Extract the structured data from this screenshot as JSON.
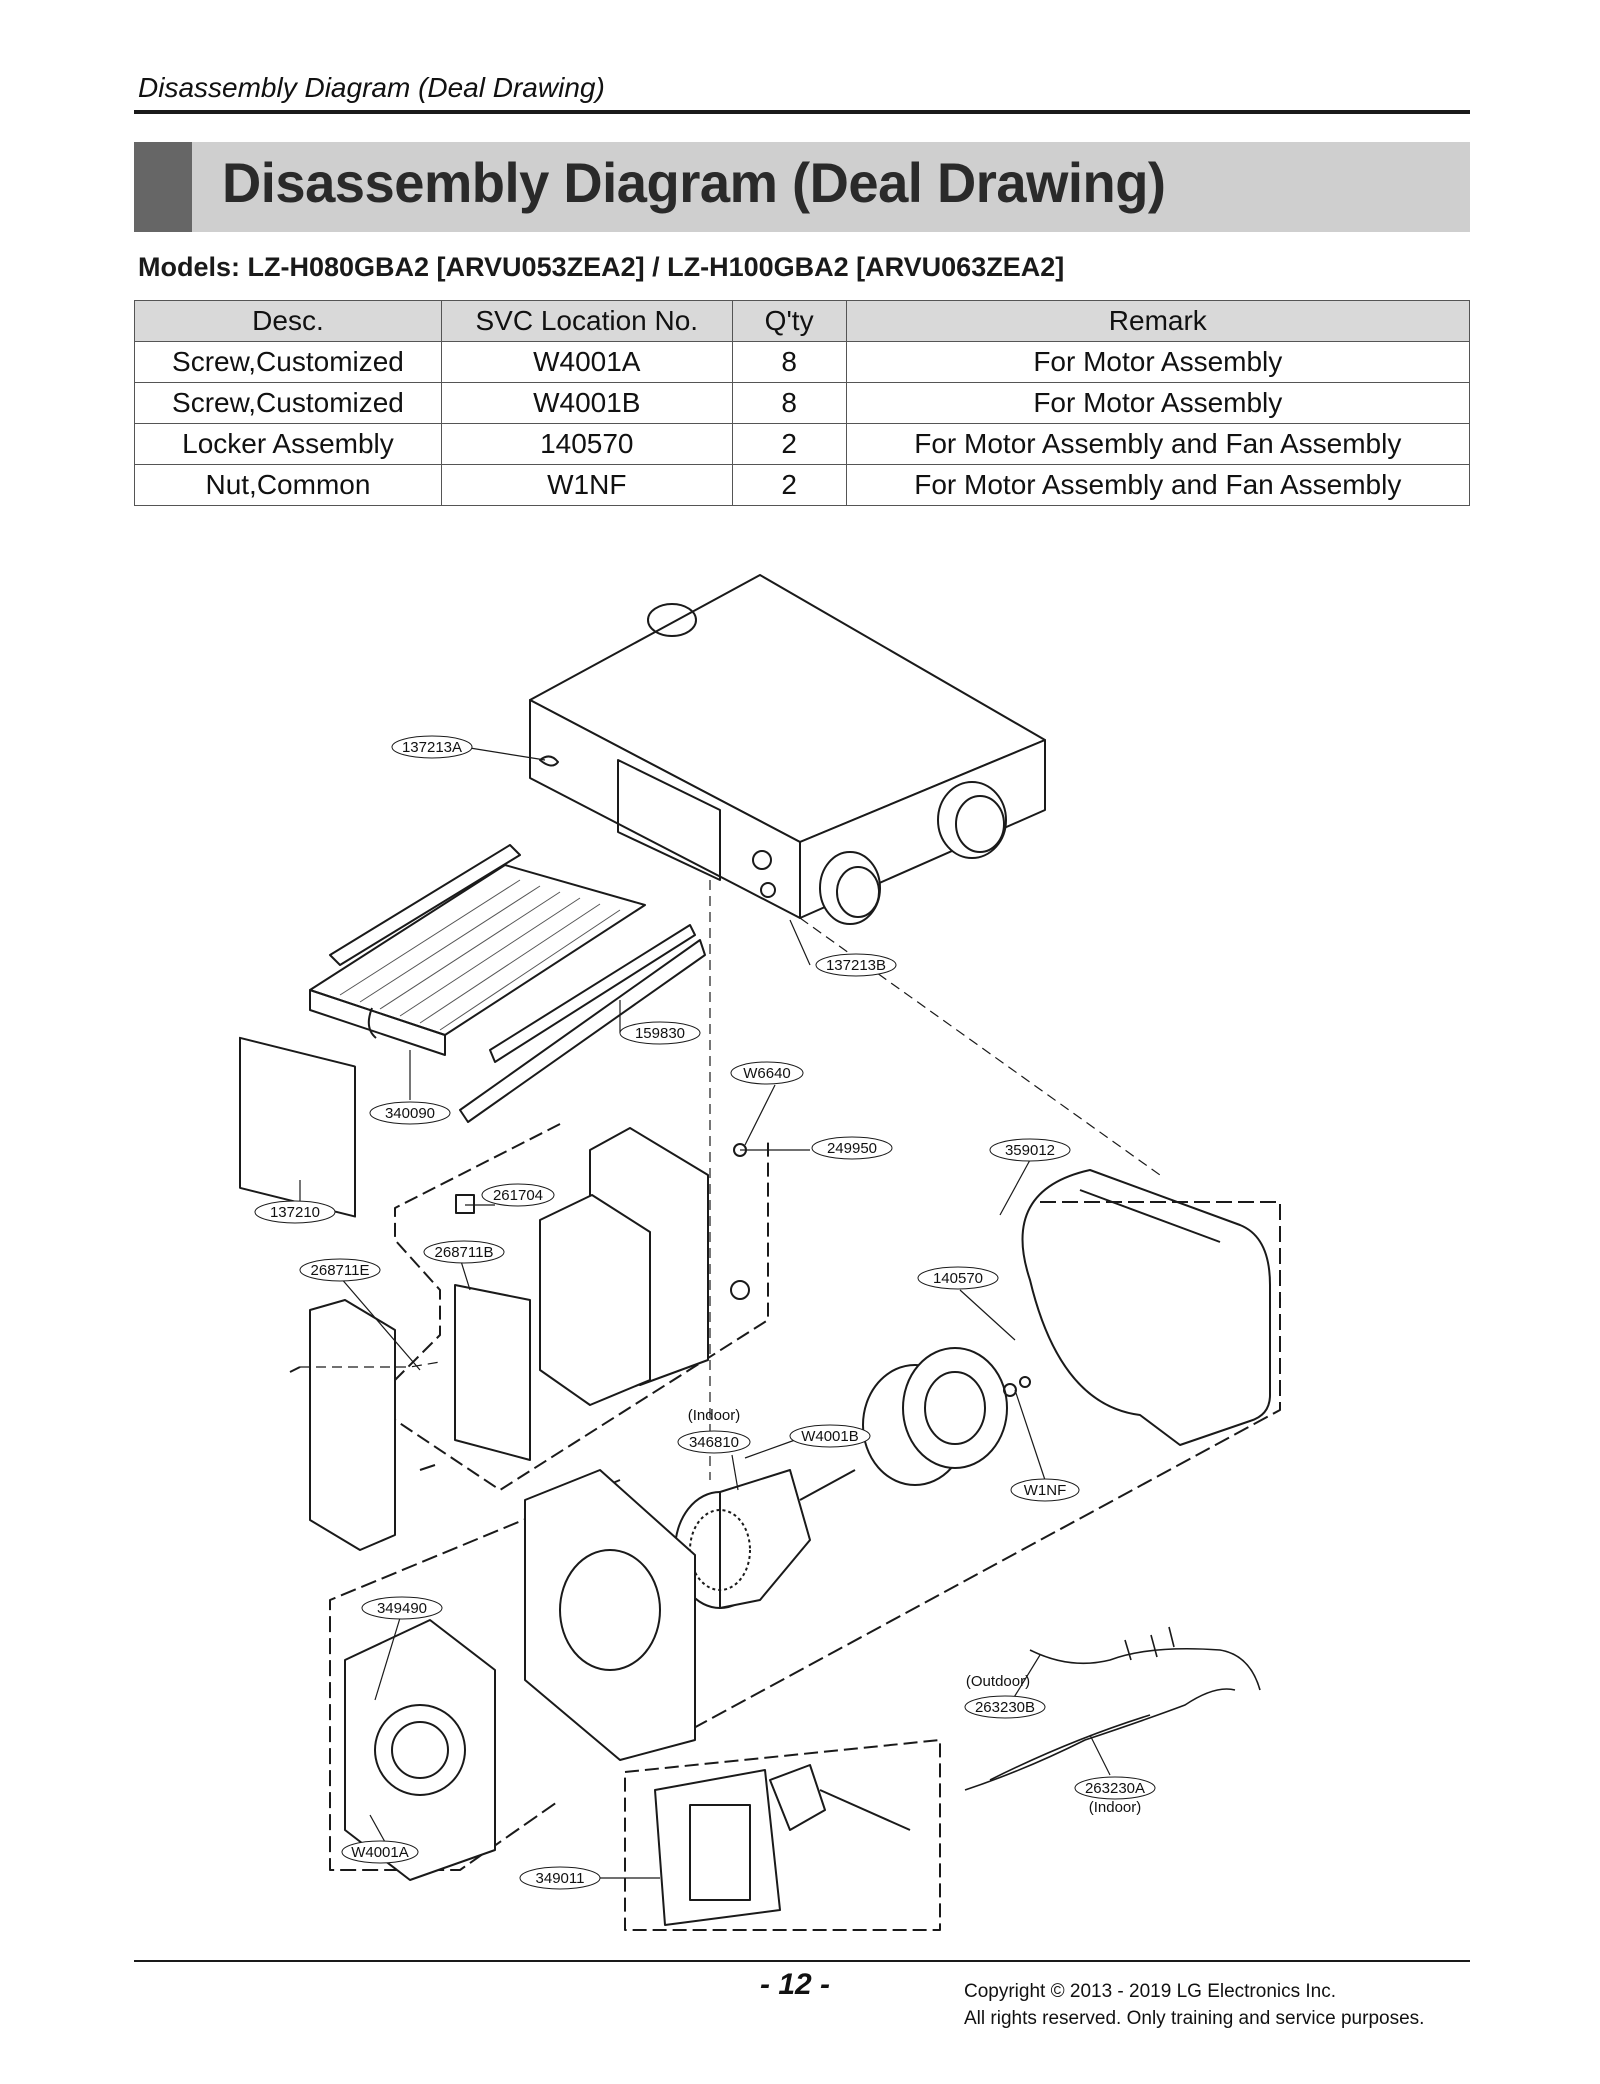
{
  "header": {
    "running_title": "Disassembly Diagram (Deal Drawing)",
    "banner_title": "Disassembly Diagram (Deal Drawing)"
  },
  "models": "Models: LZ-H080GBA2 [ARVU053ZEA2] / LZ-H100GBA2 [ARVU063ZEA2]",
  "table": {
    "headers": [
      "Desc.",
      "SVC Location No.",
      "Q'ty",
      "Remark"
    ],
    "rows": [
      [
        "Screw,Customized",
        "W4001A",
        "8",
        "For Motor Assembly"
      ],
      [
        "Screw,Customized",
        "W4001B",
        "8",
        "For Motor Assembly"
      ],
      [
        "Locker Assembly",
        "140570",
        "2",
        "For Motor Assembly and Fan Assembly"
      ],
      [
        "Nut,Common",
        "W1NF",
        "2",
        "For Motor Assembly and Fan Assembly"
      ]
    ]
  },
  "callouts": {
    "c137213A": "137213A",
    "c137213B": "137213B",
    "c159830": "159830",
    "c340090": "340090",
    "c137210": "137210",
    "cW6640": "W6640",
    "c249950": "249950",
    "c359012": "359012",
    "c261704": "261704",
    "c268711B": "268711B",
    "c268711E": "268711E",
    "c140570": "140570",
    "cIndoor1": "(Indoor)",
    "c346810": "346810",
    "cW4001B": "W4001B",
    "cW1NF": "W1NF",
    "c349490": "349490",
    "cOutdoor": "(Outdoor)",
    "c263230B": "263230B",
    "c263230A": "263230A",
    "cIndoor2": "(Indoor)",
    "cW4001A": "W4001A",
    "c349011": "349011"
  },
  "footer": {
    "page_number": "- 12 -",
    "copyright_line1": "Copyright © 2013 - 2019 LG Electronics Inc.",
    "copyright_line2": "All rights reserved. Only training and service purposes."
  }
}
